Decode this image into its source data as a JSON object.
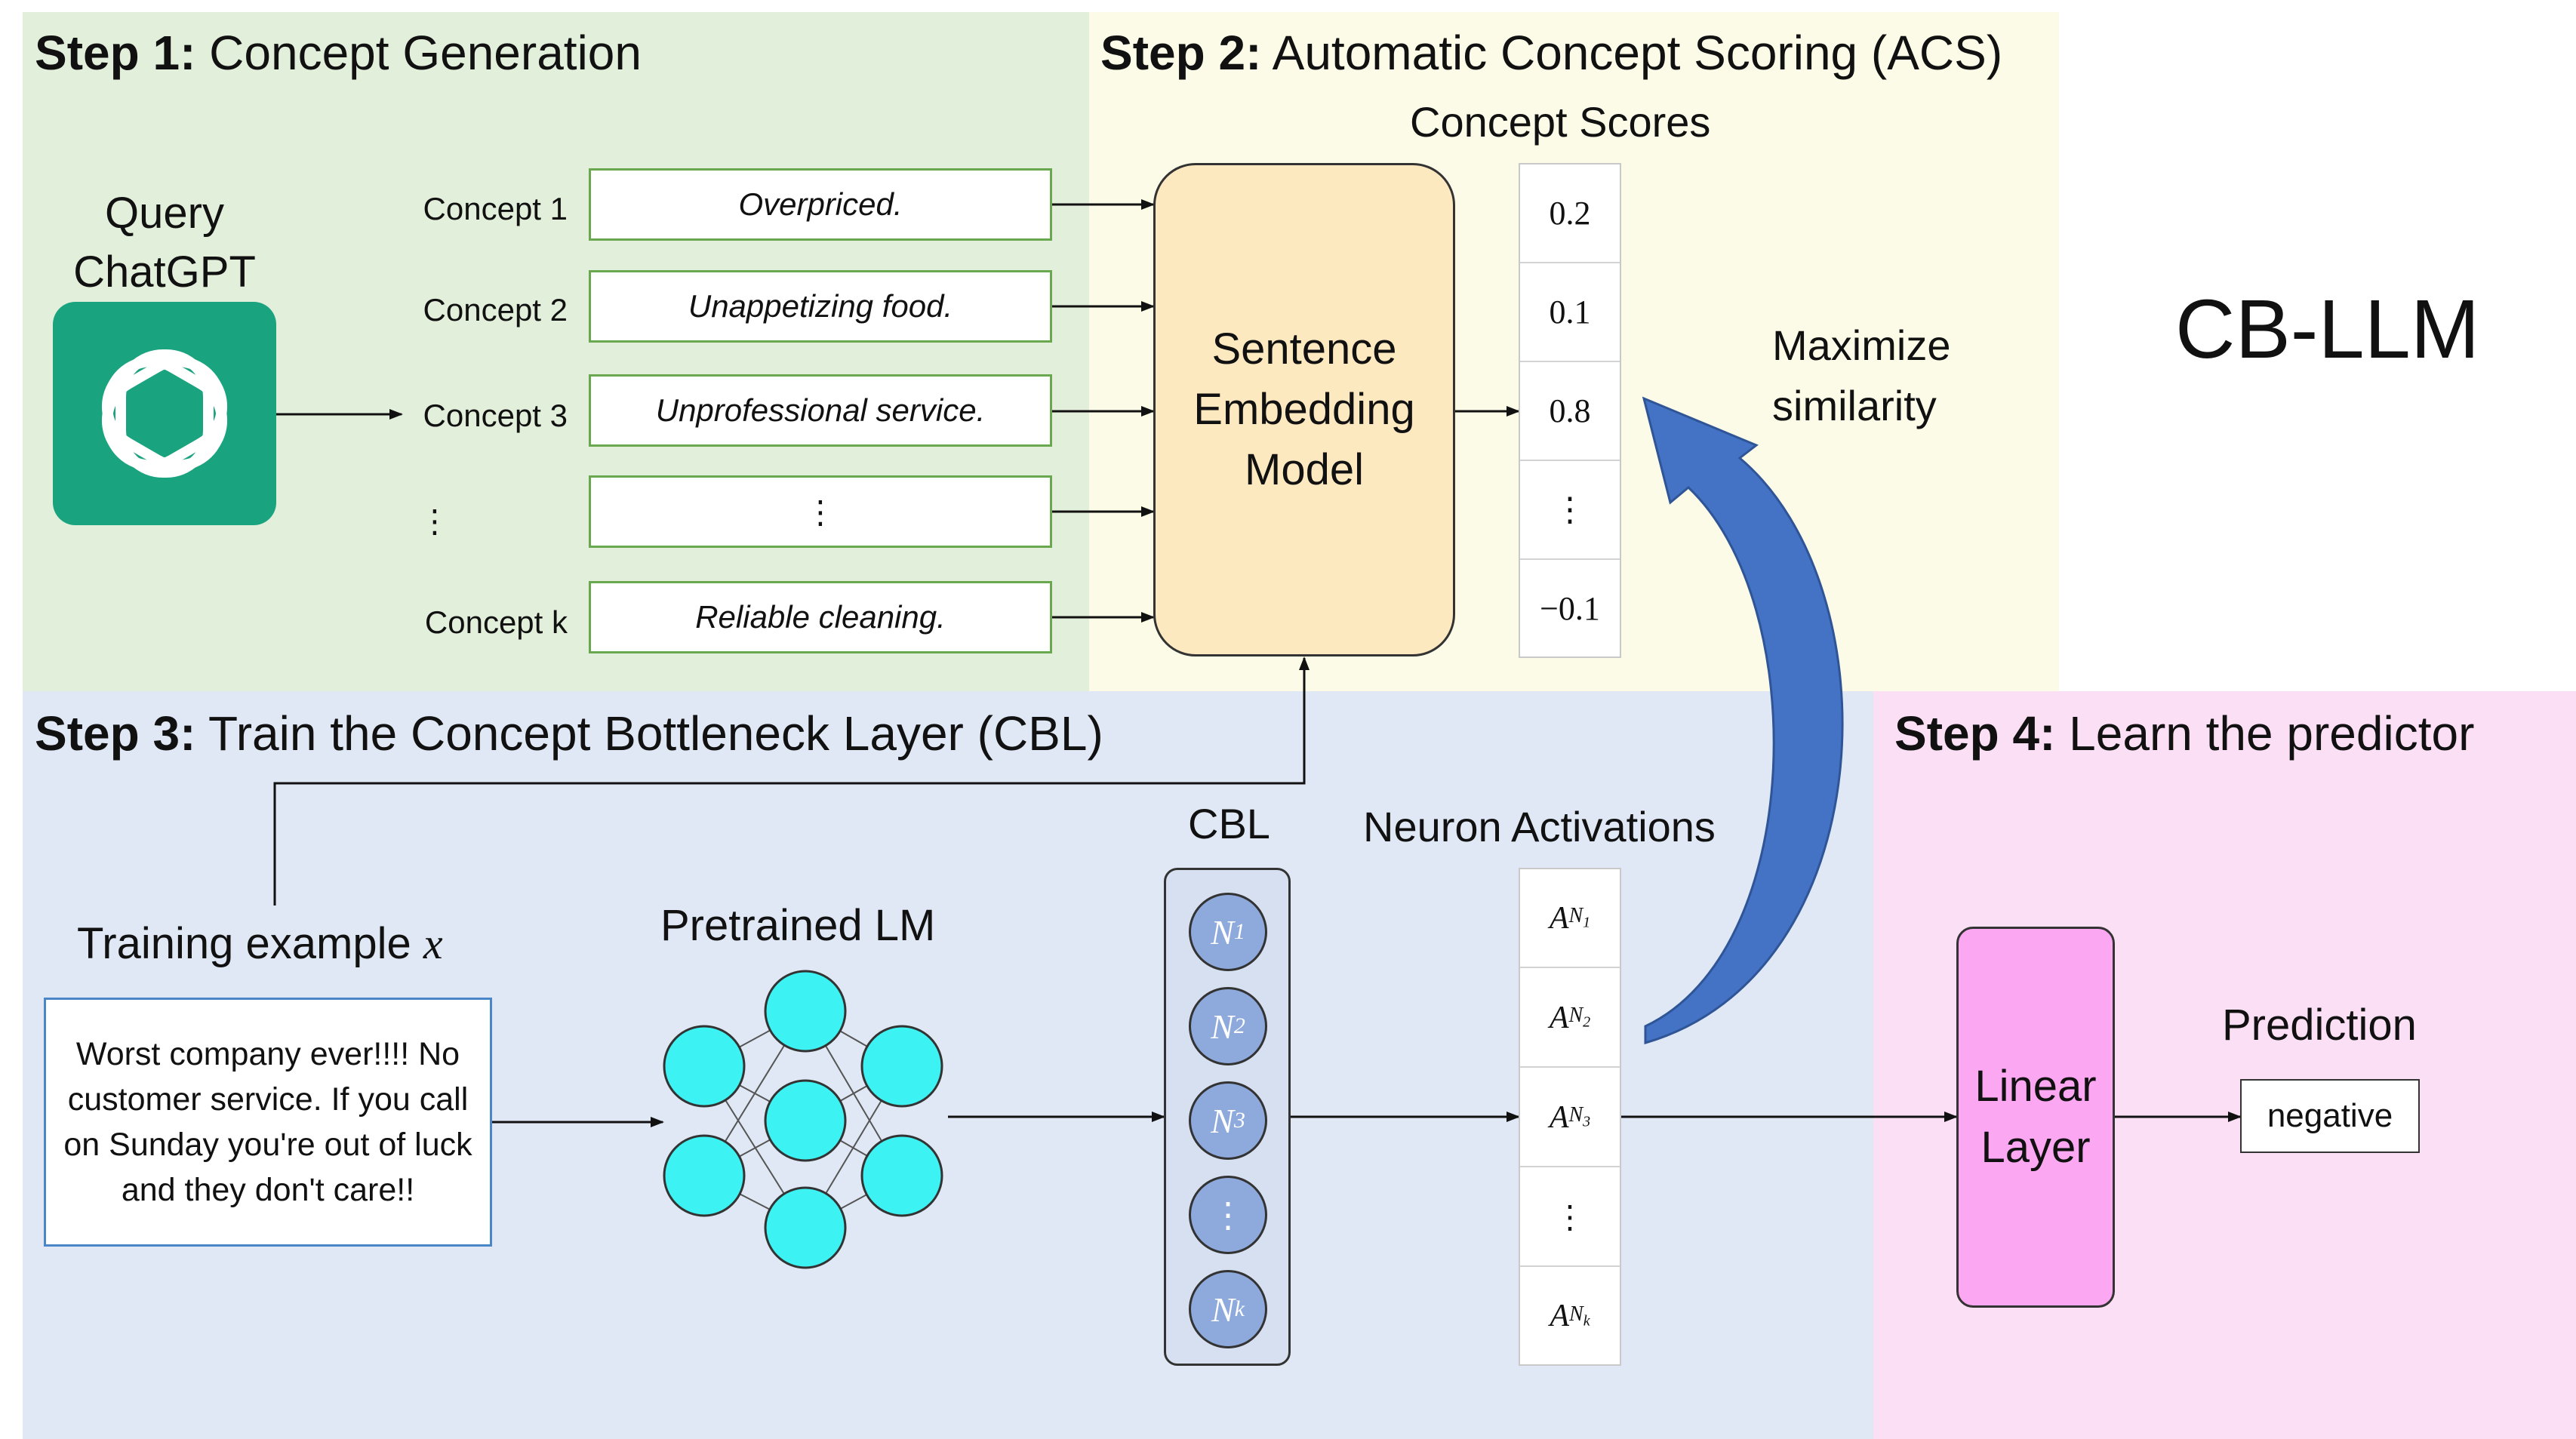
{
  "steps": {
    "step1": {
      "prefix": "Step 1:",
      "title": "Concept Generation"
    },
    "step2": {
      "prefix": "Step 2:",
      "title": "Automatic Concept Scoring (ACS)"
    },
    "step3": {
      "prefix": "Step 3:",
      "title": "Train the Concept Bottleneck Layer (CBL)"
    },
    "step4": {
      "prefix": "Step 4:",
      "title": "Learn the predictor"
    }
  },
  "query": {
    "line1": "Query",
    "line2": "ChatGPT"
  },
  "concepts": [
    {
      "label": "Concept 1",
      "text": "Overpriced."
    },
    {
      "label": "Concept 2",
      "text": "Unappetizing food."
    },
    {
      "label": "Concept 3",
      "text": "Unprofessional service."
    },
    {
      "label": "⋮",
      "text": "⋮"
    },
    {
      "label": "Concept k",
      "text": "Reliable cleaning."
    }
  ],
  "embedding": {
    "line1": "Sentence",
    "line2": "Embedding",
    "line3": "Model"
  },
  "concept_scores": {
    "title": "Concept Scores",
    "values": [
      "0.2",
      "0.1",
      "0.8",
      "⋮",
      "−0.1"
    ]
  },
  "maximize": {
    "line1": "Maximize",
    "line2": "similarity"
  },
  "brand": "CB-LLM",
  "training": {
    "label": "Training example",
    "var": "x",
    "text": "Worst company ever!!!! No customer service. If you call on Sunday you're out of luck and they don't care!!"
  },
  "pretrained_label": "Pretrained LM",
  "cbl": {
    "label": "CBL",
    "neurons": [
      {
        "base": "N",
        "sub": "1"
      },
      {
        "base": "N",
        "sub": "2"
      },
      {
        "base": "N",
        "sub": "3"
      },
      {
        "base": "⋮",
        "sub": ""
      },
      {
        "base": "N",
        "sub": "k"
      }
    ]
  },
  "activations": {
    "title": "Neuron Activations",
    "items": [
      {
        "base": "A",
        "sub": "N",
        "subsub": "1"
      },
      {
        "base": "A",
        "sub": "N",
        "subsub": "2"
      },
      {
        "base": "A",
        "sub": "N",
        "subsub": "3"
      },
      {
        "base": "⋮",
        "sub": "",
        "subsub": ""
      },
      {
        "base": "A",
        "sub": "N",
        "subsub": "k"
      }
    ]
  },
  "linear": {
    "line1": "Linear",
    "line2": "Layer"
  },
  "prediction": {
    "title": "Prediction",
    "value": "negative"
  },
  "colors": {
    "step1_bg": "#e2efdb",
    "step2_bg": "#fbfbe8",
    "step3_bg": "#dfe8f4",
    "step4_bg": "#fbdff5",
    "chatgpt_green": "#19a37f",
    "embedding_fill": "#fde9c0",
    "neuron_fill": "#8ea9db",
    "lm_node_fill": "#3df2f2",
    "linear_fill": "#fba7f2",
    "arrow_blue": "#4472c4"
  }
}
